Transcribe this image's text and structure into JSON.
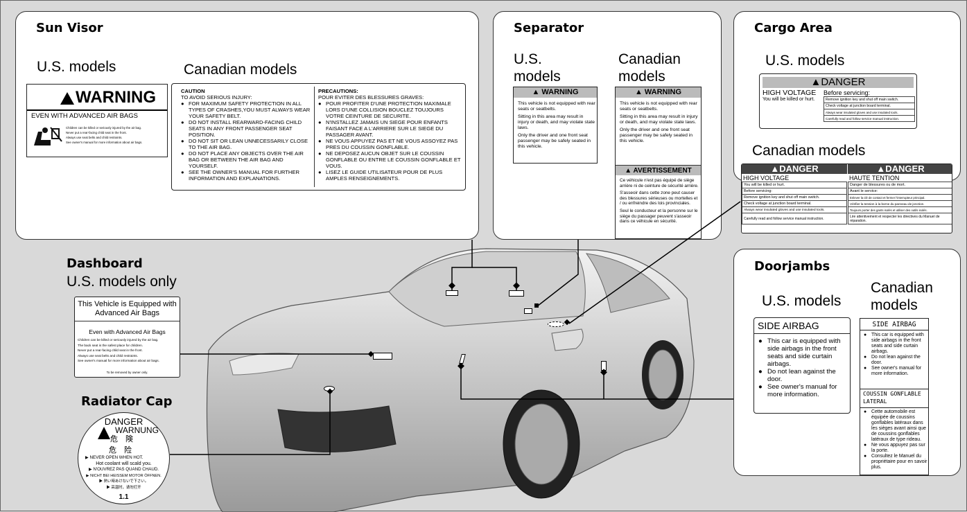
{
  "sun_visor": {
    "title": "Sun Visor",
    "us_heading": "U.S. models",
    "can_heading": "Canadian models",
    "us_label": {
      "warning": "WARNING",
      "line": "EVEN WITH ADVANCED AIR BAGS",
      "items": [
        "Children can be killed or seriously injured by the air bag.",
        "Never put a rear-facing child seat in the front.",
        "Always use seat belts and child restraints.",
        "See owner's manual for more information about air bags."
      ]
    },
    "can_label": {
      "left_head": "CAUTION",
      "left_sub": "TO AVOID SERIOUS INJURY:",
      "left_items": [
        "FOR MAXIMUM SAFETY PROTECTION IN ALL TYPES OF CRASHES,YOU MUST ALWAYS WEAR YOUR SAFETY BELT.",
        "DO NOT INSTALL REARWARD-FACING CHILD SEATS IN ANY FRONT PASSENGER SEAT POSITION.",
        "DO NOT SIT OR LEAN UNNECESSARILY CLOSE TO THE AIR BAG.",
        "DO NOT PLACE ANY OBJECTS OVER THE AIR BAG OR BETWEEN THE AIR BAG AND YOURSELF.",
        "SEE THE OWNER'S MANUAL FOR FURTHER INFORMATION AND EXPLANATIONS."
      ],
      "right_head": "PRECAUTIONS:",
      "right_sub": "POUR EVITER DES BLESSURES GRAVES:",
      "right_items": [
        "POUR PROFITER D'UNE PROTECTION MAXIMALE LORS D'UNE COLLISION BOUCLEZ TOUJOURS VOTRE CEINTURE DE SECURITE.",
        "N'INSTALLEZ JAMAIS UN SIEGE POUR ENFANTS FAISANT FACE A L'ARRIERE SUR LE SIEGE DU PASSAGER AVANT.",
        "NE VOUS APPUYEZ PAS ET NE VOUS ASSOYEZ PAS PRES DU COUSSIN GONFLABLE.",
        "NE DEPOSEZ AUCUN OBJET SUR LE COUSSIN GONFLABLE OU ENTRE LE COUSSIN GONFLABLE ET VOUS.",
        "LISEZ LE GUIDE UTILISATEUR POUR DE PLUS AMPLES RENSEIGNEMENTS."
      ]
    }
  },
  "separator": {
    "title": "Separator",
    "us_heading": "U.S. models",
    "can_heading": "Canadian models",
    "warning": "WARNING",
    "p1": "This vehicle is not equipped with rear seats or seatbelts.",
    "p2": "Sitting in this area may result in injury or death, and may violate state laws.",
    "p3": "Only the driver and one front seat passenger may be safely seated in this vehicle.",
    "fr_head": "AVERTISSEMENT",
    "fr1": "Ce véhicule n'est pas équipé de siège arrière ni de ceinture de sécurité arrière.",
    "fr2": "S'asseoir dans cette zone peut causer des blessures sérieuses ou mortelles et / ou enfreindre des lois provinciales.",
    "fr3": "Seul le conducteur et la personne sur le siège du passager peuvent s'asseoir dans ce véhicule en sécurité."
  },
  "cargo": {
    "title": "Cargo Area",
    "us_heading": "U.S. models",
    "can_heading": "Canadian models",
    "danger": "DANGER",
    "us_left1": "HIGH VOLTAGE",
    "us_left2": "You will be killed or hurt.",
    "us_right_head": "Before servicing:",
    "us_rows": [
      "Remove ignition key and shut off main switch.",
      "Check voltage at junction board terminal.",
      "Always wear insulated gloves and use insulated tools.",
      "Carefully read and follow service manual instruction."
    ],
    "can_en_head": "HIGH VOLTAGE",
    "can_fr_head": "HAUTE TENTION",
    "can_en": [
      "You will be killed or hurt.",
      "Before servicing:",
      "Remove ignition key and shut off main switch.",
      "Check voltage at junction board terminal.",
      "Always wear insulated gloves and use insulated tools.",
      "Carefully read and follow service manual instruction."
    ],
    "can_fr": [
      "Danger de blessures ou de mort.",
      "Avant le service:",
      "Enlever la clé de contact et fermer l'interrupteur principal.",
      "Vérifier la tension à la borne du panneau de jonction.",
      "Toujours porter des gants isolés et utiliser des outils isolés.",
      "Lire attentivement et respecter les directives du Manuel de réparation."
    ]
  },
  "dashboard": {
    "title": "Dashboard",
    "subtitle": "U.S. models only",
    "head": "This Vehicle is Equipped with Advanced Air Bags",
    "line": "Even with Advanced Air Bags",
    "items": [
      "Children can be killed or seriously injured by the air bag.",
      "The back seat is the safest place for children.",
      "Never put a rear-facing child seat in the front.",
      "Always use seat belts and child restraints.",
      "See owner's manual for more information about air bags."
    ],
    "footer": "To be removed by owner only."
  },
  "radiator": {
    "title": "Radiator Cap",
    "danger": "DANGER",
    "warnung": "WARNUNG",
    "kanji1": "危　険",
    "kanji2": "危　险",
    "lines": [
      "▶ NEVER OPEN WHEN HOT.",
      "Hot coolant will scald you.",
      "▶ N'OUVREZ PAS QUAND CHAUD.",
      "▶ NICHT BEI HEISSEM MOTOR ÖFFNEN.",
      "▶ 熱い時あけないで下さい。",
      "▶ 高温时，请勿打开"
    ],
    "number": "1.1"
  },
  "doorjambs": {
    "title": "Doorjambs",
    "us_heading": "U.S. models",
    "can_heading": "Canadian models",
    "us_head": "SIDE AIRBAG",
    "us_items": [
      "This car is equipped with side airbags in the front seats and side curtain airbags.",
      "Do not lean against the door.",
      "See owner's manual for more information."
    ],
    "can_head": "SIDE AIRBAG",
    "can_items": [
      "This car is equipped with side airbags in the front seats and side curtain airbags.",
      "Do not lean against the door.",
      "See owner's manual for more information."
    ],
    "fr_head": "COUSSIN GONFLABLE LATERAL",
    "fr_items": [
      "Cette automobile est équipée de coussins gonflables latéraux dans les sièges avant ainsi que de coussins gonflables latéraux de type rideau.",
      "Ne vous appuyez pas sur la porte.",
      "Consultez le Manuel du propriétaire pour en savoir plus."
    ]
  }
}
